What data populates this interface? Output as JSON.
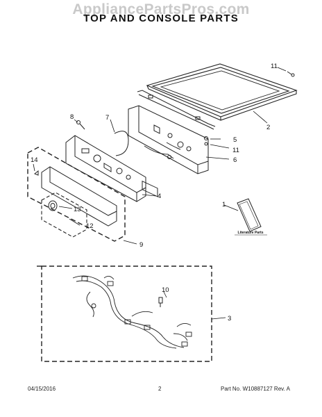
{
  "watermark": "AppliancePartsPros.com",
  "title": "TOP AND CONSOLE PARTS",
  "callouts": {
    "c1": "1",
    "c2": "2",
    "c3": "3",
    "c4": "4",
    "c5": "5",
    "c6": "6",
    "c7": "7",
    "c8": "8",
    "c9": "9",
    "c10": "10",
    "c11a": "11",
    "c11b": "11",
    "c12": "12",
    "c13": "13",
    "c14": "14"
  },
  "literature_label": "Literature Parts",
  "footer": {
    "date": "04/15/2016",
    "page": "2",
    "part_number": "Part No. W10887127  Rev. A"
  }
}
